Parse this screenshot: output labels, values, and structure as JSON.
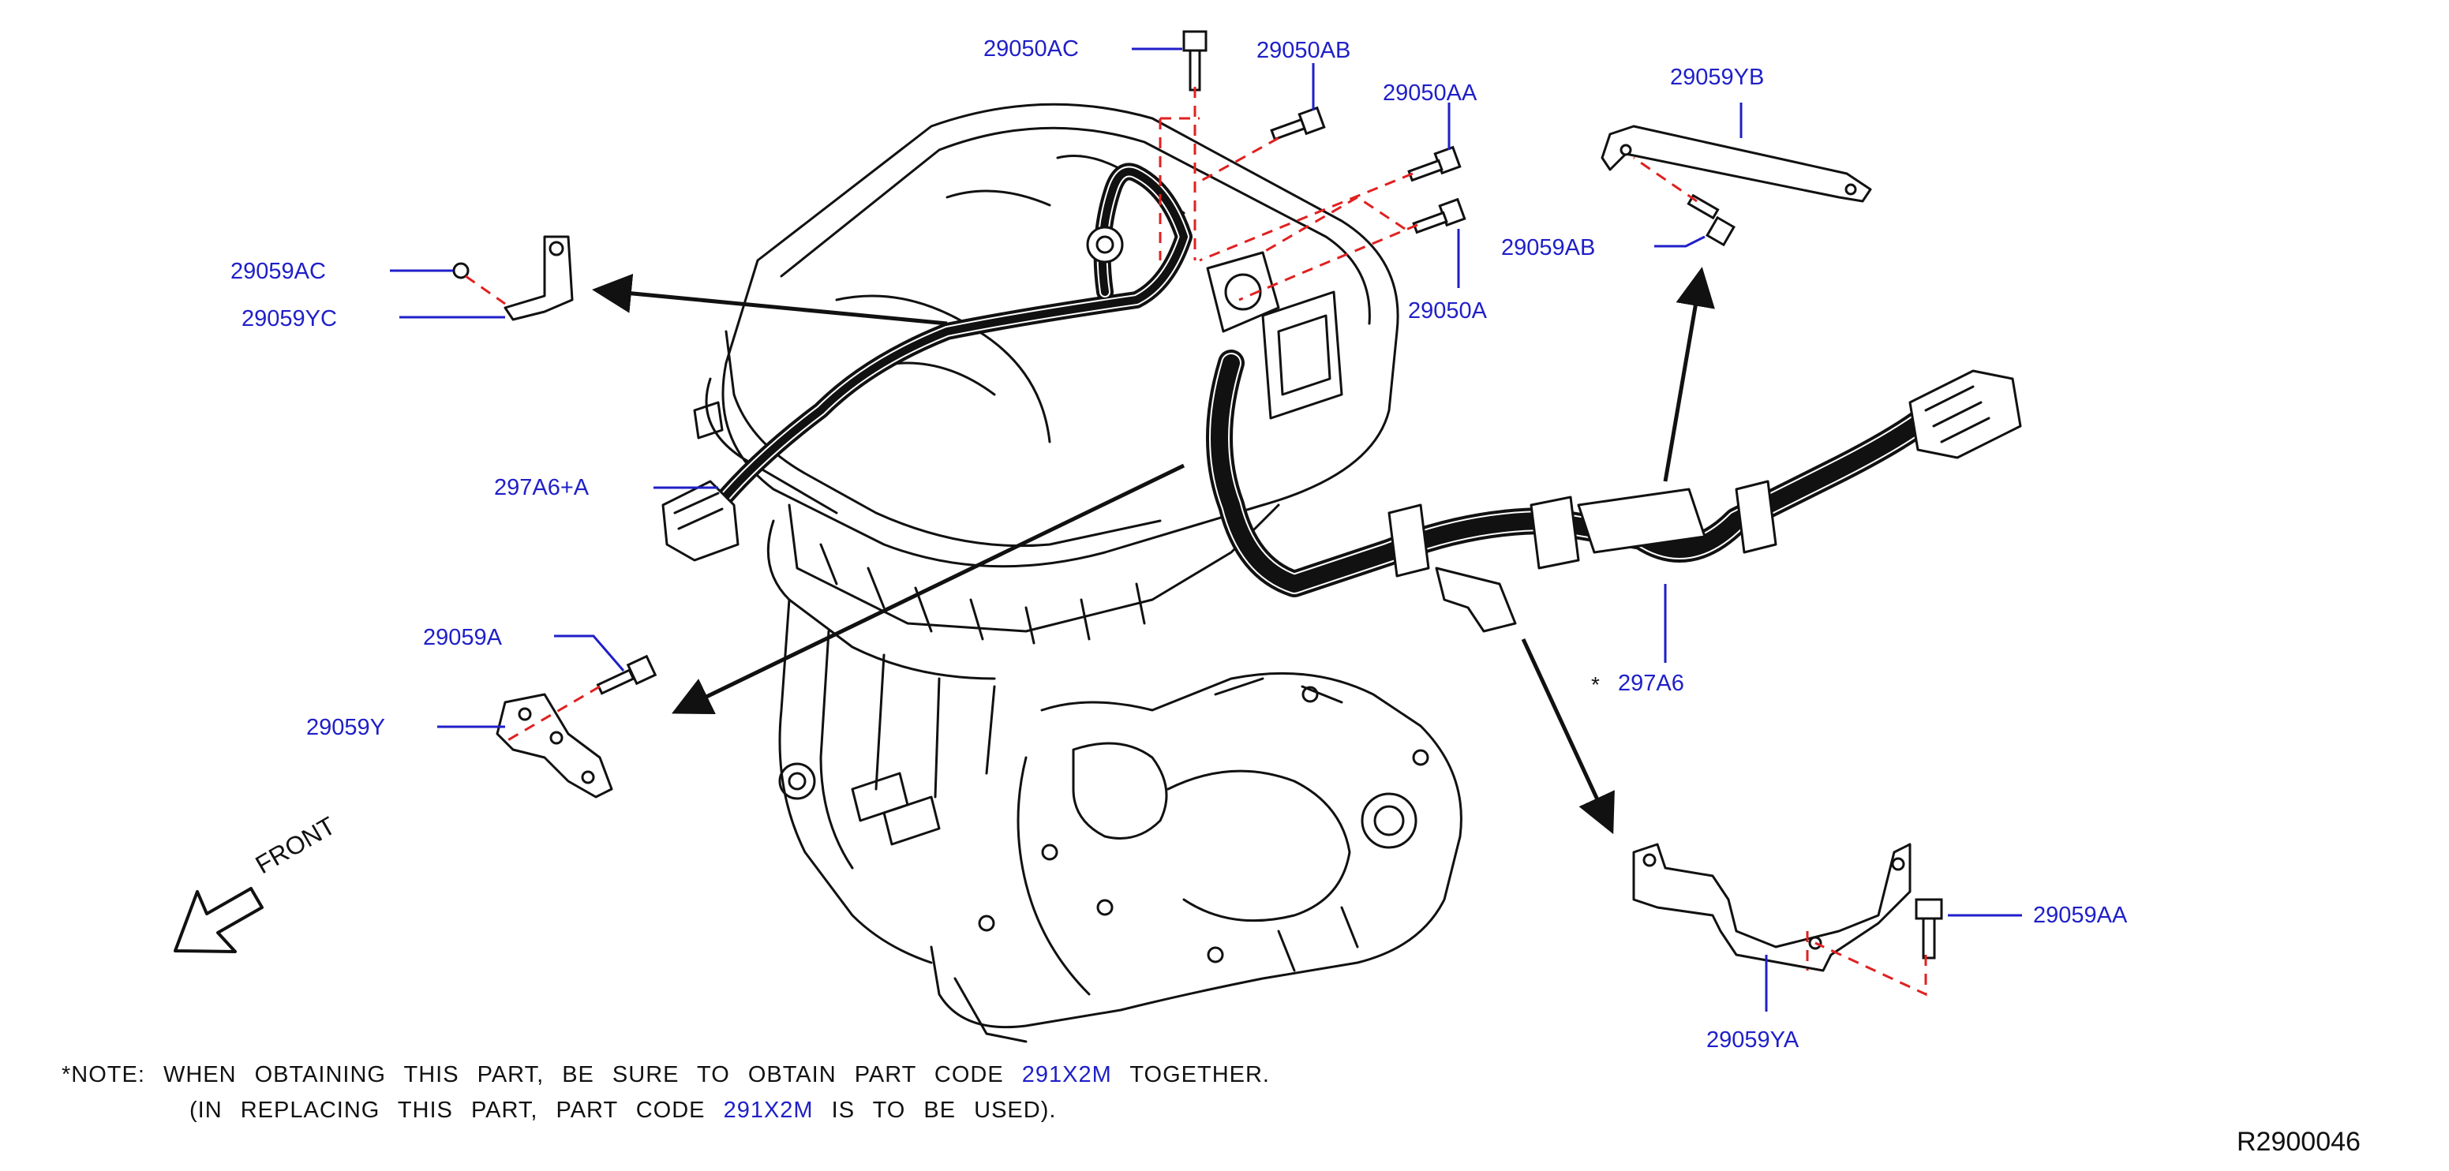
{
  "labels": {
    "c_29050AC": "29050AC",
    "c_29050AB": "29050AB",
    "c_29050AA": "29050AA",
    "c_29050A": "29050A",
    "c_29059YB": "29059YB",
    "c_29059AB": "29059AB",
    "c_29059AC": "29059AC",
    "c_29059YC": "29059YC",
    "c_297A6A": "297A6+A",
    "c_29059A": "29059A",
    "c_29059Y": "29059Y",
    "c_297A6": "297A6",
    "c_29059AA": "29059AA",
    "c_29059YA": "29059YA"
  },
  "star_mark": "*",
  "front_label": "FRONT",
  "note": {
    "line1_prefix": "*NOTE: WHEN OBTAINING THIS PART, BE SURE TO OBTAIN PART CODE",
    "line1_code": "291X2M",
    "line1_suffix": "TOGETHER.",
    "line2_prefix": "(IN REPLACING THIS PART, PART CODE",
    "line2_code": "291X2M",
    "line2_suffix": "IS TO BE USED)."
  },
  "reference_code": "R2900046",
  "colors": {
    "label": "#1f1fc8",
    "dashed_leader": "#e02020",
    "line": "#111111"
  }
}
